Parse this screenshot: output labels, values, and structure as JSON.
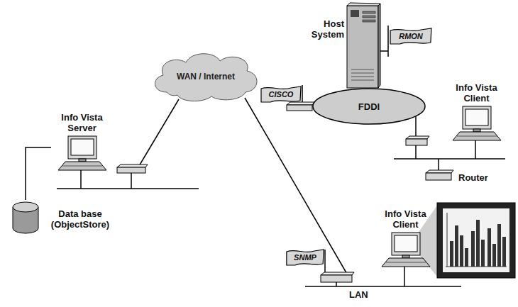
{
  "diagram": {
    "nodes": [
      {
        "text": [
          "Host System"
        ]
      },
      {
        "text": [
          "RMON"
        ]
      },
      {
        "text": [
          "CISCO"
        ]
      },
      {
        "text": [
          "WAN / Internet"
        ]
      },
      {
        "text": [
          "FDDI"
        ]
      },
      {
        "text": [
          "Info Vista Client"
        ]
      },
      {
        "text": [
          "Info Vista Server"
        ]
      },
      {
        "text": [
          "Data base (ObjectStore)"
        ]
      },
      {
        "text": [
          "SNMP"
        ]
      },
      {
        "text": [
          "Info Vista Client"
        ]
      }
    ],
    "edges": [
      {
        "from": 6,
        "to": 7,
        "arrow": "none"
      }
    ],
    "labels": [
      "Router",
      "LAN"
    ]
  }
}
